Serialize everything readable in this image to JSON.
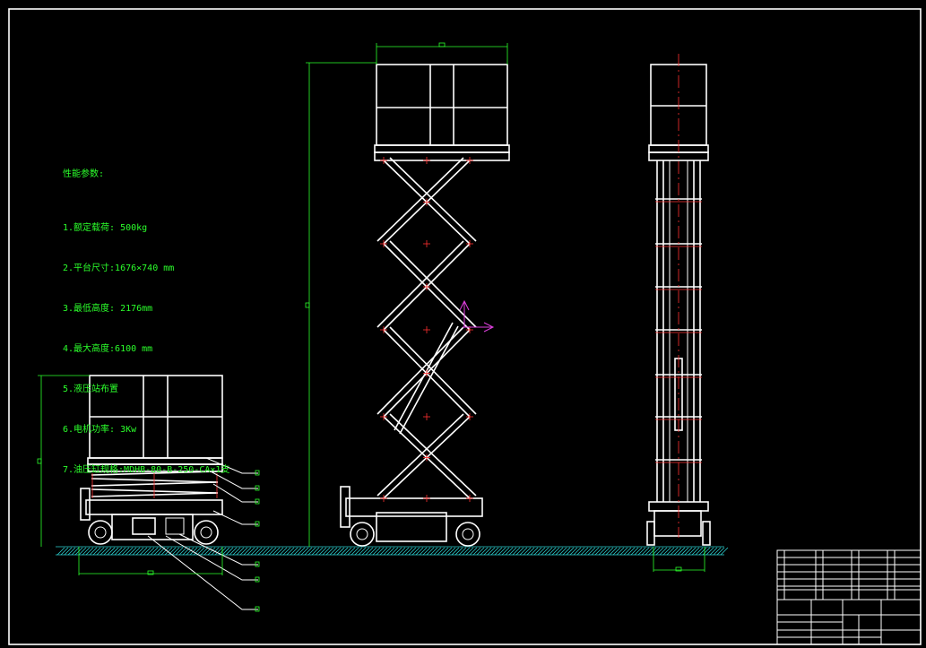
{
  "specs": {
    "title": "性能参数:",
    "lines": [
      "1.额定载荷: 500kg",
      "2.平台尺寸:1676×740 mm",
      "3.最低高度: 2176mm",
      "4.最大高度:6100 mm",
      "5.液压站布置",
      "6.电机功率: 3Kw",
      "7.油压缸规格:MDHB-80-B-250-CA×1支"
    ]
  },
  "colors": {
    "background": "#000000",
    "linework": "#ffffff",
    "dimension": "#2bff2b",
    "centerline": "#ff3030",
    "annotation": "#e040e0",
    "ground": "#2bd0d0"
  }
}
